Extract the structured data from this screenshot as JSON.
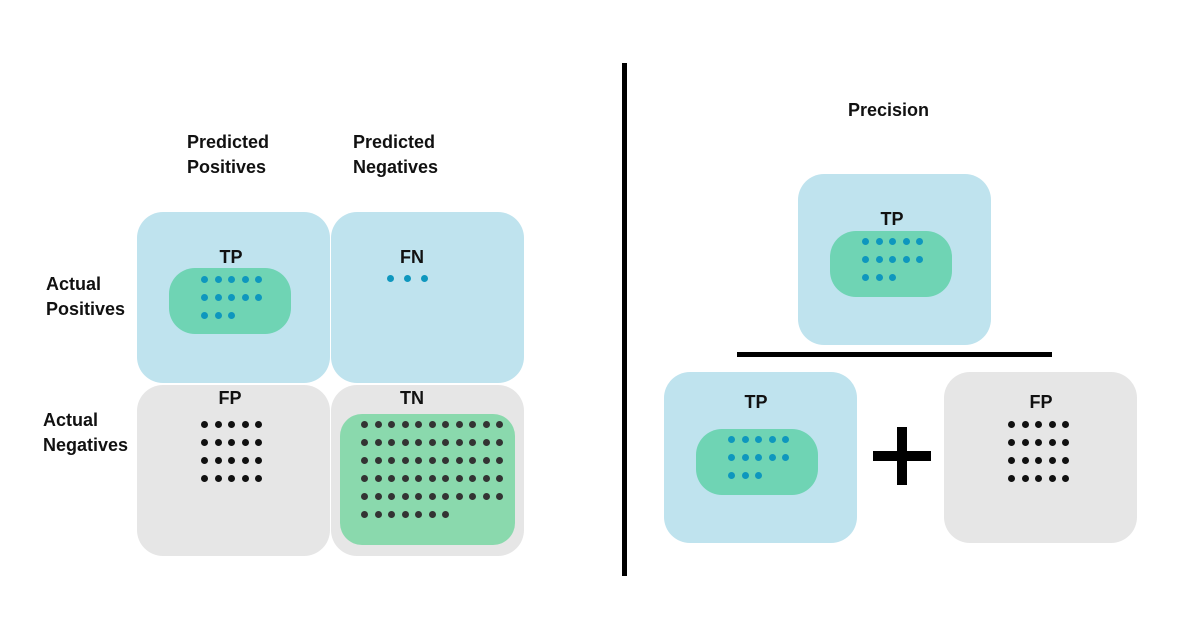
{
  "matrix": {
    "col_headers": [
      "Predicted\nPositives",
      "Predicted\nNegatives"
    ],
    "row_headers": [
      "Actual\nPositives",
      "Actual\nNegatives"
    ],
    "cells": {
      "tp": {
        "label": "TP",
        "count": 13
      },
      "fn": {
        "label": "FN",
        "count": 3
      },
      "fp": {
        "label": "FP",
        "count": 20
      },
      "tn": {
        "label": "TN",
        "count": 62
      }
    }
  },
  "formula": {
    "title": "Precision",
    "numerator": {
      "label": "TP",
      "count": 13
    },
    "denominator": [
      {
        "label": "TP",
        "count": 13
      },
      {
        "label": "FP",
        "count": 20
      }
    ],
    "operator": "plus"
  },
  "colors": {
    "positive_cell": "#bfe3ee",
    "negative_cell": "#e6e6e6",
    "predicted_positive_group": "#6fd4b4",
    "true_negative_group": "#8ad9ad",
    "positive_dot": "#0e97be",
    "negative_dot": "#111111",
    "tn_dot": "#333333"
  }
}
